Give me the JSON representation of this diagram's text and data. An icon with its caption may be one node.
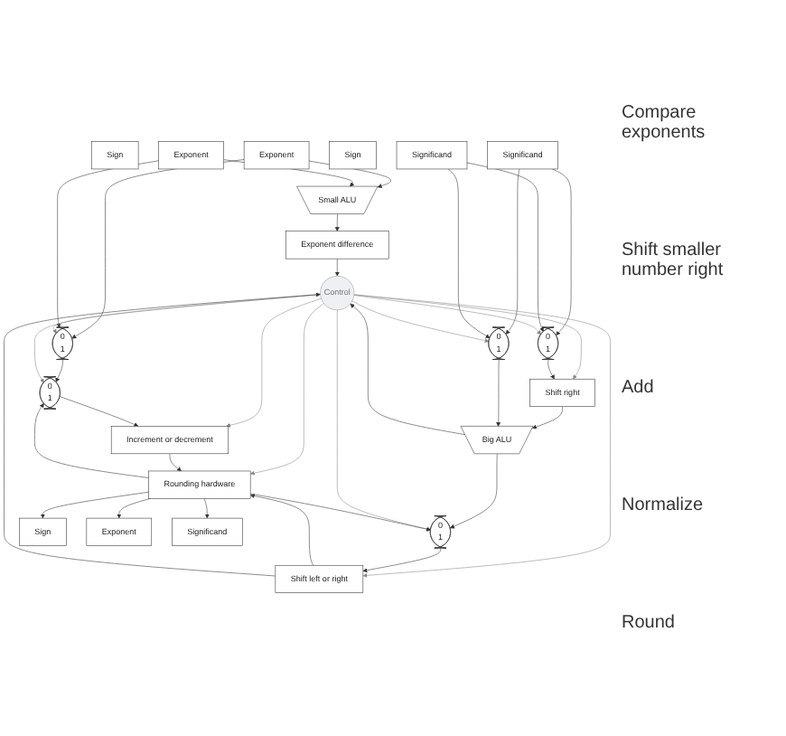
{
  "diagram": {
    "nodes": [
      {
        "text": [
          "Sign"
        ]
      },
      {
        "text": [
          "Exponent"
        ]
      },
      {
        "text": [
          "Significand"
        ]
      },
      {
        "text": [
          "Sign"
        ]
      },
      {
        "text": [
          "Exponent"
        ]
      },
      {
        "text": [
          "Significand"
        ]
      },
      {
        "text": [
          "Small ALU"
        ]
      },
      {
        "text": [
          "Exponent difference"
        ]
      },
      {
        "text": [
          "0",
          "1"
        ]
      },
      {
        "text": [
          "0",
          "1"
        ]
      },
      {
        "text": [
          "0",
          "1"
        ]
      },
      {
        "text": [
          "Control"
        ]
      },
      {
        "text": [
          "Shift right"
        ]
      },
      {
        "text": [
          "Big ALU"
        ]
      },
      {
        "text": [
          "0",
          "1"
        ]
      },
      {
        "text": [
          "0",
          "1"
        ]
      },
      {
        "text": [
          "Increment or decrement"
        ]
      },
      {
        "text": [
          "Shift left or right"
        ]
      },
      {
        "text": [
          "Rounding hardware"
        ]
      },
      {
        "text": [
          "Sign"
        ]
      },
      {
        "text": [
          "Exponent"
        ]
      },
      {
        "text": [
          "Significand"
        ]
      }
    ],
    "edges": [
      {
        "from": 1,
        "to": 6,
        "arrow": "to"
      },
      {
        "from": 4,
        "to": 6,
        "arrow": "to"
      },
      {
        "from": 1,
        "to": 8,
        "arrow": "to"
      },
      {
        "from": 4,
        "to": 8,
        "arrow": "to"
      },
      {
        "from": 6,
        "to": 7,
        "arrow": "to"
      },
      {
        "from": 7,
        "to": 11,
        "arrow": "to"
      },
      {
        "from": 2,
        "to": 9,
        "arrow": "to"
      },
      {
        "from": 5,
        "to": 9,
        "arrow": "to"
      },
      {
        "from": 2,
        "to": 10,
        "arrow": "to"
      },
      {
        "from": 5,
        "to": 10,
        "arrow": "to"
      },
      {
        "from": 11,
        "to": 8,
        "arrow": "to",
        "color": "#888888"
      },
      {
        "from": 11,
        "to": 9,
        "arrow": "to",
        "color": "#888888"
      },
      {
        "from": 11,
        "to": 10,
        "arrow": "to",
        "color": "#888888"
      },
      {
        "from": 11,
        "to": 12,
        "arrow": "to",
        "color": "#888888"
      },
      {
        "from": 9,
        "to": 12,
        "arrow": "to"
      },
      {
        "from": 12,
        "to": 13,
        "arrow": "to"
      },
      {
        "from": 10,
        "to": 13,
        "arrow": "to"
      },
      {
        "from": 13,
        "to": 11,
        "arrow": "to"
      },
      {
        "from": 8,
        "to": 14,
        "arrow": "to"
      },
      {
        "from": 13,
        "to": 15,
        "arrow": "to"
      },
      {
        "from": 11,
        "to": 14,
        "arrow": "to",
        "color": "#888888"
      },
      {
        "from": 11,
        "to": 15,
        "arrow": "to",
        "color": "#888888"
      },
      {
        "from": 11,
        "to": 16,
        "arrow": "to",
        "color": "#888888"
      },
      {
        "from": 11,
        "to": 17,
        "arrow": "to",
        "color": "#888888"
      },
      {
        "from": 11,
        "to": 18,
        "arrow": "to",
        "color": "#888888"
      },
      {
        "from": 14,
        "to": 16,
        "arrow": "to"
      },
      {
        "from": 15,
        "to": 17,
        "arrow": "to"
      },
      {
        "from": 16,
        "to": 18,
        "arrow": "to"
      },
      {
        "from": 17,
        "to": 18,
        "arrow": "to"
      },
      {
        "from": 17,
        "to": 11,
        "arrow": "to"
      },
      {
        "from": 18,
        "to": 19,
        "arrow": "to"
      },
      {
        "from": 18,
        "to": 20,
        "arrow": "to"
      },
      {
        "from": 18,
        "to": 21,
        "arrow": "to"
      },
      {
        "from": 18,
        "to": 14,
        "arrow": "to"
      },
      {
        "from": 18,
        "to": 15,
        "arrow": "to"
      }
    ],
    "labels": [
      "Compare exponents",
      "Shift smaller number right",
      "Add",
      "Normalize",
      "Round"
    ]
  }
}
